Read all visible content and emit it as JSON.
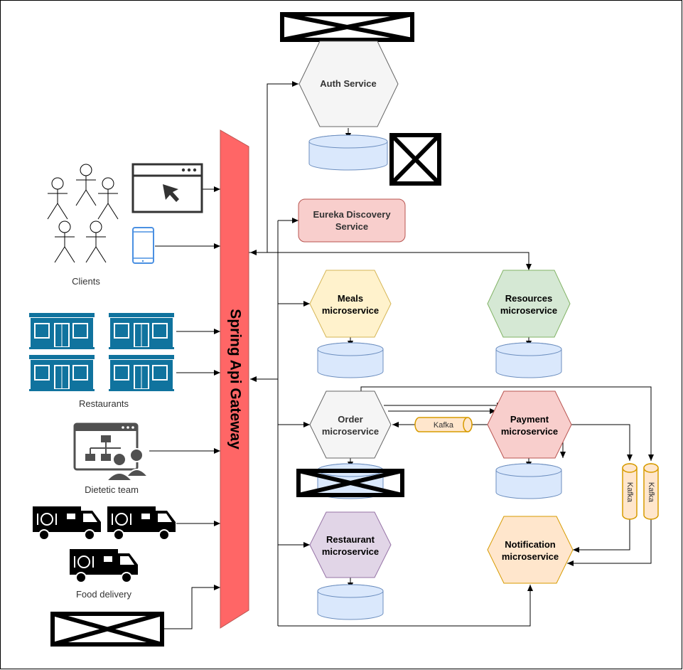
{
  "gateway": {
    "label": "Spring Api Gateway",
    "color": "#ff6666"
  },
  "actors": {
    "clients": "Clients",
    "restaurants": "Restaurants",
    "dietetic_team": "Dietetic team",
    "food_delivery": "Food delivery"
  },
  "services": {
    "auth": {
      "label": "Auth Service",
      "color": "#f5f5f5"
    },
    "eureka": {
      "line1": "Eureka Discovery",
      "line2": "Service",
      "color": "#f8cecc"
    },
    "meals": {
      "line1": "Meals",
      "line2": "microservice",
      "color": "#fff2cc"
    },
    "resources": {
      "line1": "Resources",
      "line2": "microservice",
      "color": "#d5e8d4"
    },
    "order": {
      "line1": "Order",
      "line2": "microservice",
      "color": "#f5f5f5"
    },
    "payment": {
      "line1": "Payment",
      "line2": "microservice",
      "color": "#f8cecc"
    },
    "restaurant": {
      "line1": "Restaurant",
      "line2": "microservice",
      "color": "#e1d5e7"
    },
    "notification": {
      "line1": "Notification",
      "line2": "microservice",
      "color": "#ffe6cc"
    }
  },
  "queues": {
    "kafka_order": "Kafka",
    "kafka_left": "Kafka",
    "kafka_right": "Kafka"
  },
  "colors": {
    "database_fill": "#dae8fc",
    "database_stroke": "#6c8ebf",
    "kafka_fill": "#ffe6cc",
    "kafka_stroke": "#d79b00",
    "restaurant_icon": "#10739e",
    "mobile_icon": "#4a90e2"
  }
}
